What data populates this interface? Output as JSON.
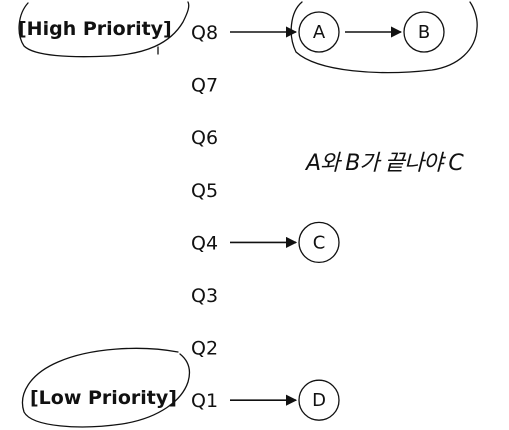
{
  "priority_labels": {
    "high": "[High Priority]",
    "low": "[Low Priority]"
  },
  "queues": [
    {
      "label": "Q8",
      "nodes": [
        "A",
        "B"
      ]
    },
    {
      "label": "Q7",
      "nodes": []
    },
    {
      "label": "Q6",
      "nodes": []
    },
    {
      "label": "Q5",
      "nodes": []
    },
    {
      "label": "Q4",
      "nodes": [
        "C"
      ]
    },
    {
      "label": "Q3",
      "nodes": []
    },
    {
      "label": "Q2",
      "nodes": []
    },
    {
      "label": "Q1",
      "nodes": [
        "D"
      ]
    }
  ],
  "handwritten_note": "A와 B가 끝나야 C",
  "colors": {
    "ink": "#111111",
    "background": "#ffffff"
  }
}
